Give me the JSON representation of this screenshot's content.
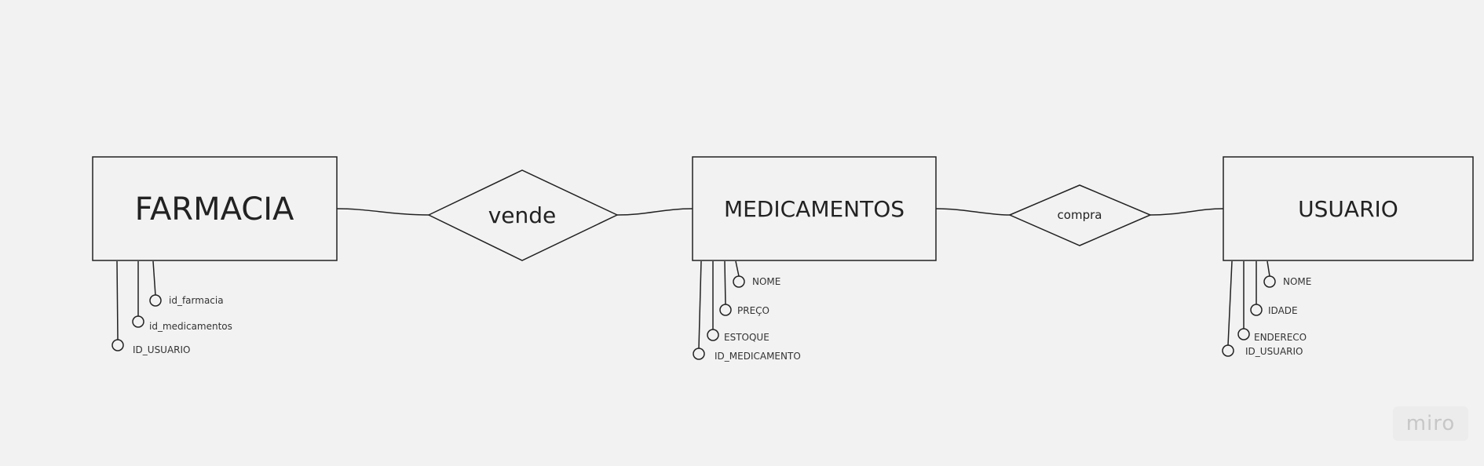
{
  "entities": {
    "farmacia": "FARMACIA",
    "medicamentos": "MEDICAMENTOS",
    "usuario": "USUARIO"
  },
  "relationships": {
    "vende": "vende",
    "compra": "compra"
  },
  "attributes": {
    "farmacia": [
      "id_farmacia",
      "id_medicamentos",
      "ID_USUARIO"
    ],
    "medicamentos": [
      "NOME",
      "PREÇO",
      "ESTOQUE",
      "ID_MEDICAMENTO"
    ],
    "usuario": [
      "NOME",
      "IDADE",
      "ENDERECO",
      "ID_USUARIO"
    ]
  },
  "brand": "miro"
}
